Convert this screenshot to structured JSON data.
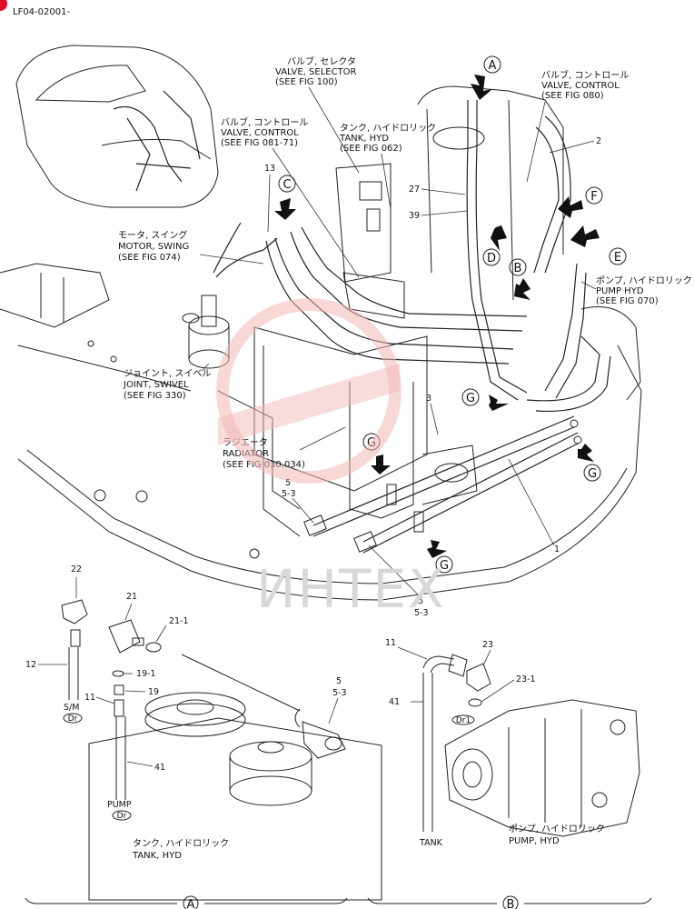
{
  "doc_id": "LF04-02001-",
  "watermark": "ИНТЕХ",
  "labels": {
    "valve_selector": {
      "jp": "バルブ, セレクタ",
      "en": "VALVE, SELECTOR",
      "ref": "(SEE FIG 100)"
    },
    "valve_control_top": {
      "jp": "バルブ, コントロール",
      "en": "VALVE, CONTROL",
      "ref": "(SEE FIG 080)"
    },
    "valve_control_left": {
      "jp": "バルブ, コントロール",
      "en": "VALVE, CONTROL",
      "ref": "(SEE FIG 081-71)"
    },
    "tank_hyd": {
      "jp": "タンク, ハイドロリック",
      "en": "TANK, HYD",
      "ref": "(SEE FIG 062)"
    },
    "motor_swing": {
      "jp": "モータ, スイング",
      "en": "MOTOR, SWING",
      "ref": "(SEE FIG 074)"
    },
    "pump_hyd_top": {
      "jp": "ポンプ, ハイドロリック",
      "en": "PUMP HYD",
      "ref": "(SEE FIG 070)"
    },
    "joint_swivel": {
      "jp": "ジョイント, スイベル",
      "en": "JOINT, SWIVEL",
      "ref": "(SEE FIG 330)"
    },
    "radiator": {
      "jp": "ラジエータ",
      "en": "RADIATOR",
      "ref": "(SEE FIG 030.034)"
    },
    "tank_hyd_bottom": {
      "jp": "タンク, ハイドロリック",
      "en": "TANK, HYD"
    },
    "pump_hyd_bottom": {
      "jp": "ポンプ, ハイドロリック",
      "en": "PUMP, HYD"
    },
    "sm": "S/M",
    "pump": "PUMP",
    "tank": "TANK",
    "dr": "Dr",
    "dr1": "Dr1"
  },
  "callouts": {
    "A": "A",
    "B": "B",
    "C": "C",
    "D": "D",
    "E": "E",
    "F": "F",
    "G": "G"
  },
  "part_numbers": {
    "p1": "1",
    "p2": "2",
    "p3": "3",
    "p5": "5",
    "p5_3": "5-3",
    "p11": "11",
    "p12": "12",
    "p13": "13",
    "p19": "19",
    "p19_1": "19-1",
    "p21": "21",
    "p21_1": "21-1",
    "p22": "22",
    "p23": "23",
    "p23_1": "23-1",
    "p27": "27",
    "p39": "39",
    "p41": "41"
  },
  "detail_views": {
    "left": "A",
    "right": "B"
  },
  "colors": {
    "line": "#222222",
    "watermark": "#d8d8d8",
    "accent_red": "#e0102a",
    "logo_red": "#f2b7b7"
  }
}
